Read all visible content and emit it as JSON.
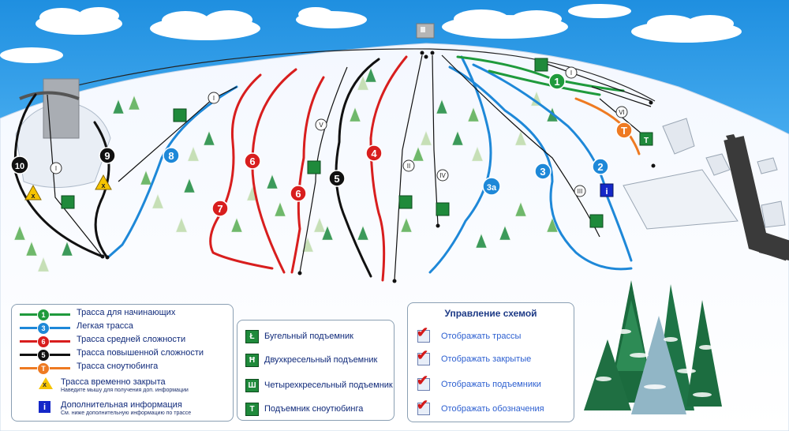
{
  "map": {
    "trail_markers": [
      {
        "label": "1",
        "color": "#1f9a3c"
      },
      {
        "label": "2",
        "color": "#1e88d8"
      },
      {
        "label": "3",
        "color": "#1e88d8"
      },
      {
        "label": "3a",
        "color": "#1e88d8"
      },
      {
        "label": "4",
        "color": "#d81e1e"
      },
      {
        "label": "5",
        "color": "#111111"
      },
      {
        "label": "6",
        "color": "#d81e1e"
      },
      {
        "label": "6",
        "color": "#d81e1e"
      },
      {
        "label": "7",
        "color": "#d81e1e"
      },
      {
        "label": "8",
        "color": "#1e88d8"
      },
      {
        "label": "9",
        "color": "#111111"
      },
      {
        "label": "10",
        "color": "#111111"
      },
      {
        "label": "T",
        "color": "#ee7a22"
      }
    ],
    "lift_markers": [
      "I",
      "I",
      "I",
      "II",
      "III",
      "IV",
      "V",
      "VI"
    ],
    "lift_icons": [
      "chair-lift-2",
      "chair-lift-2",
      "chair-lift-4",
      "chair-lift-2",
      "t-bar-lift",
      "t-bar-lift",
      "t-bar-lift",
      "t-bar-lift",
      "tubing-lift"
    ],
    "tubing_lift_letter": "T",
    "info_letter": "i",
    "closed_mark": "x"
  },
  "legend": {
    "items": [
      {
        "text": "Трасса для начинающих",
        "color": "#1f9a3c",
        "badge": "1"
      },
      {
        "text": "Легкая трасса",
        "color": "#1e88d8",
        "badge": "3"
      },
      {
        "text": "Трасса средней сложности",
        "color": "#d81e1e",
        "badge": "6"
      },
      {
        "text": "Трасса повышенной сложности",
        "color": "#111111",
        "badge": "5"
      },
      {
        "text": "Трасса сноутюбинга",
        "color": "#ee7a22",
        "badge": "T"
      }
    ],
    "closed": {
      "text": "Трасса временно закрыта",
      "note": "Наведите мышу для получения доп. информации",
      "mark": "x"
    },
    "info": {
      "text": "Дополнительная информация",
      "note": "См. ниже дополнительную информацию по трассе",
      "mark": "i"
    }
  },
  "lift_legend": {
    "items": [
      {
        "text": "Бугельный подъемник",
        "icon": "t-bar-lift-icon",
        "glyph": "Ł"
      },
      {
        "text": "Двухкресельный подъемник",
        "icon": "double-chair-icon",
        "glyph": "Ħ"
      },
      {
        "text": "Четырехкресельный подъемник",
        "icon": "quad-chair-icon",
        "glyph": "Ш"
      },
      {
        "text": "Подъемник сноутюбинга",
        "icon": "tubing-lift-icon",
        "glyph": "T"
      }
    ]
  },
  "control": {
    "title": "Управление схемой",
    "options": [
      {
        "label": "Отображать трассы",
        "checked": true
      },
      {
        "label": "Отображать закрытые",
        "checked": true
      },
      {
        "label": "Отображать подъемники",
        "checked": true
      },
      {
        "label": "Отображать обозначения",
        "checked": true
      }
    ]
  },
  "colors": {
    "sky": "#2e9be6",
    "green": "#1f9a3c",
    "blue": "#1e88d8",
    "red": "#d81e1e",
    "black": "#111111",
    "orange": "#ee7a22",
    "road": "#3a3a3a"
  }
}
